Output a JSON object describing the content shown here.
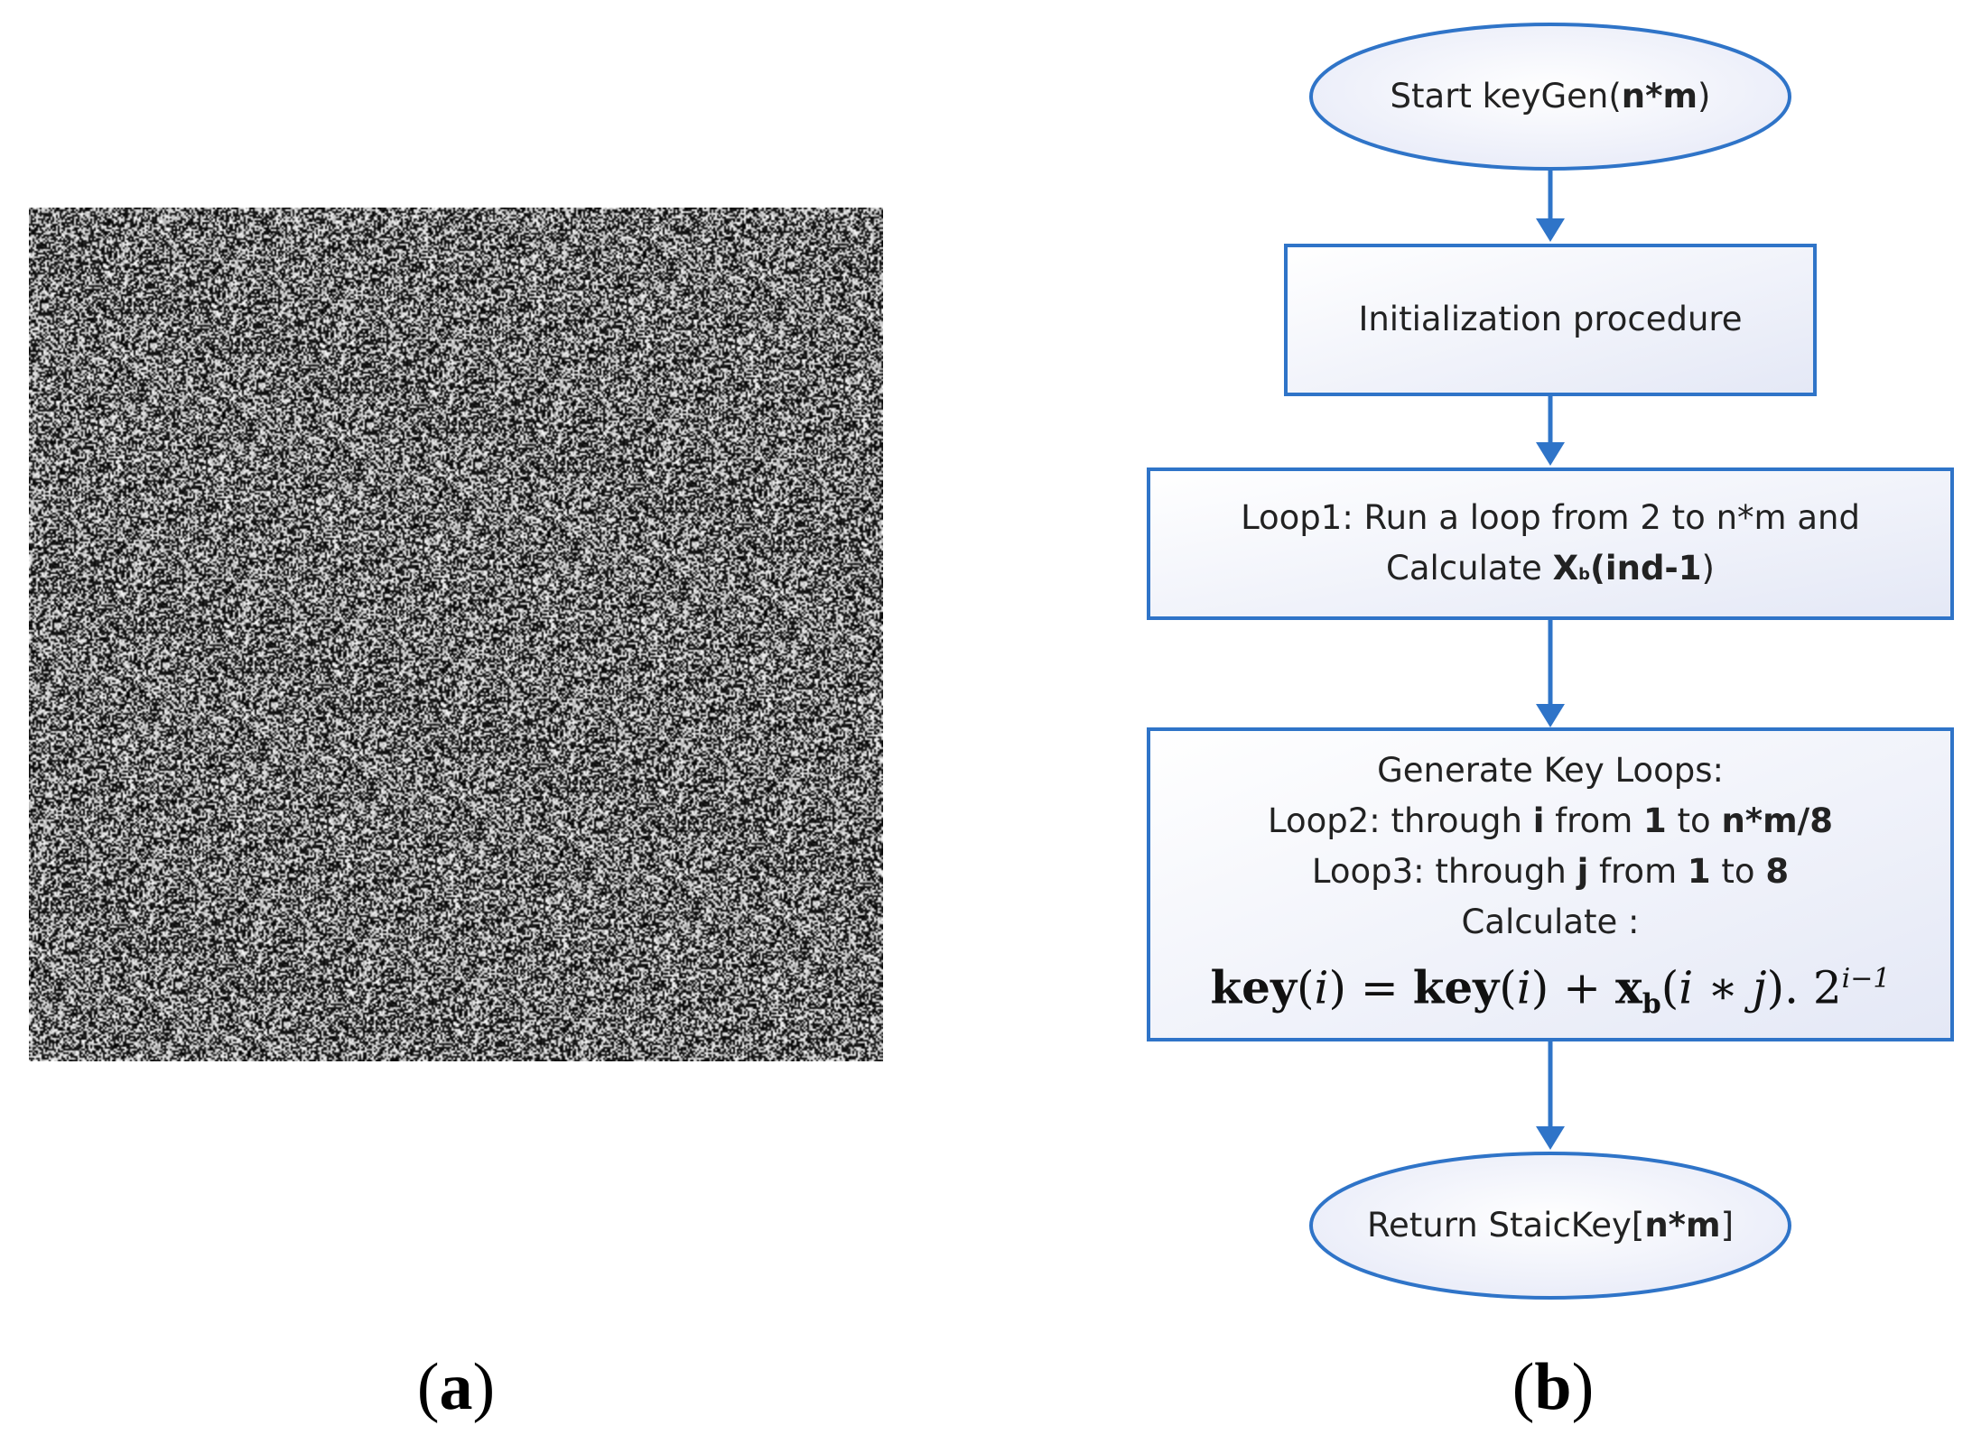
{
  "panel_a": {
    "label": "a"
  },
  "panel_b": {
    "label": "b"
  },
  "flowchart": {
    "start_title": "Start keyGen(",
    "start_arg": "n*m",
    "start_close": ")",
    "init_title": "Initialization procedure",
    "loop1_line1": "Loop1: Run a loop from 2 to n*m and",
    "loop1_line2_pre": "Calculate ",
    "loop1_var": "X",
    "loop1_sub": "b",
    "loop1_arg": "(ind-1",
    "loop1_close": ")",
    "gen_title": "Generate Key Loops:",
    "loop2_a": "Loop2: through ",
    "loop2_i": "i",
    "loop2_b": " from ",
    "loop2_1": "1",
    "loop2_c": " to ",
    "loop2_end": "n*m/8",
    "loop3_a": "Loop3: through ",
    "loop3_j": "j",
    "loop3_b": " from ",
    "loop3_1": "1",
    "loop3_c": " to ",
    "loop3_end": "8",
    "calc_label": "Calculate :",
    "formula_key1": "key",
    "formula_arg1": "(",
    "formula_i1": "i",
    "formula_close1": ") = ",
    "formula_key2": "key",
    "formula_arg2": "(",
    "formula_i2": "i",
    "formula_close2": ") + ",
    "formula_x": "x",
    "formula_xsub": "b",
    "formula_arg3": "(",
    "formula_i3": "i",
    "formula_star": " ∗ ",
    "formula_j": "j",
    "formula_close3": "). 2",
    "formula_exp": "i−1",
    "end_title": "Return StaicKey[",
    "end_arg": "n*m",
    "end_close": "]"
  },
  "colors": {
    "border": "#2f74c8",
    "arrow": "#2f74c8",
    "fill_start": "#ffffff",
    "fill_end": "#e6e9f7"
  }
}
